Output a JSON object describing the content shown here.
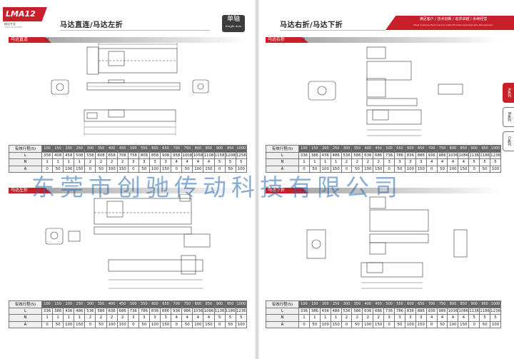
{
  "brand": {
    "logo": "LMA12",
    "logo_sub": "模组专家",
    "logo_sub2": "MODULE EXPERT"
  },
  "left_page": {
    "title": "马达直连/马达左折",
    "badge_cn": "单轴",
    "badge_en": "Single Axis",
    "sections": [
      {
        "label": "马达直连",
        "code": "M"
      },
      {
        "label": "马达左折",
        "code": "L"
      }
    ]
  },
  "right_page": {
    "title": "马达右折/马达下折",
    "banner_line1": "满足客户 / 技术创新 / 追求卓越 / 永续经营",
    "banner_line2": "Meet Customer/Technical Innovation/Excellence/Sustainable Management",
    "sections": [
      {
        "label": "马达右折",
        "code": "R"
      },
      {
        "label": "马达下折",
        "code": "D"
      }
    ]
  },
  "side_tabs": [
    "A系列",
    "B系列",
    "C系列"
  ],
  "watermark": "东莞市创驰传动科技有限公司",
  "tables": [
    {
      "header_label": "有效行程(S)",
      "strokes": [
        "100",
        "150",
        "200",
        "250",
        "300",
        "350",
        "400",
        "450",
        "500",
        "550",
        "600",
        "650",
        "700",
        "750",
        "800",
        "850",
        "900",
        "950",
        "1000"
      ],
      "rows": [
        {
          "label": "L",
          "values": [
            "358",
            "408",
            "458",
            "508",
            "558",
            "608",
            "658",
            "708",
            "758",
            "808",
            "858",
            "908",
            "958",
            "1008",
            "1058",
            "1108",
            "1158",
            "1208",
            "1258"
          ]
        },
        {
          "label": "N",
          "values": [
            "1",
            "1",
            "1",
            "1",
            "2",
            "2",
            "2",
            "2",
            "3",
            "3",
            "3",
            "3",
            "4",
            "4",
            "4",
            "4",
            "5",
            "5",
            "5"
          ]
        },
        {
          "label": "A",
          "values": [
            "0",
            "50",
            "100",
            "150",
            "0",
            "50",
            "100",
            "150",
            "0",
            "50",
            "100",
            "150",
            "0",
            "50",
            "100",
            "150",
            "0",
            "50",
            "100"
          ]
        }
      ]
    },
    {
      "header_label": "有效行程(S)",
      "strokes": [
        "100",
        "150",
        "200",
        "250",
        "300",
        "350",
        "400",
        "450",
        "500",
        "550",
        "600",
        "650",
        "700",
        "750",
        "800",
        "850",
        "900",
        "950",
        "1000"
      ],
      "rows": [
        {
          "label": "L",
          "values": [
            "336",
            "386",
            "436",
            "486",
            "536",
            "586",
            "636",
            "686",
            "736",
            "786",
            "836",
            "886",
            "936",
            "986",
            "1036",
            "1086",
            "1136",
            "1186",
            "1236"
          ]
        },
        {
          "label": "N",
          "values": [
            "1",
            "1",
            "1",
            "1",
            "2",
            "2",
            "2",
            "2",
            "3",
            "3",
            "3",
            "3",
            "4",
            "4",
            "4",
            "4",
            "5",
            "5",
            "5"
          ]
        },
        {
          "label": "A",
          "values": [
            "0",
            "50",
            "100",
            "150",
            "0",
            "50",
            "100",
            "150",
            "0",
            "50",
            "100",
            "150",
            "0",
            "50",
            "100",
            "150",
            "0",
            "50",
            "100"
          ]
        }
      ]
    },
    {
      "header_label": "有效行程(S)",
      "strokes": [
        "100",
        "150",
        "200",
        "250",
        "300",
        "350",
        "400",
        "450",
        "500",
        "550",
        "600",
        "650",
        "700",
        "750",
        "800",
        "850",
        "900",
        "950",
        "1000"
      ],
      "rows": [
        {
          "label": "L",
          "values": [
            "336",
            "386",
            "436",
            "486",
            "536",
            "586",
            "636",
            "686",
            "736",
            "786",
            "836",
            "886",
            "936",
            "986",
            "1036",
            "1086",
            "1136",
            "1186",
            "1236"
          ]
        },
        {
          "label": "N",
          "values": [
            "1",
            "1",
            "1",
            "1",
            "2",
            "2",
            "2",
            "2",
            "3",
            "3",
            "3",
            "3",
            "4",
            "4",
            "4",
            "4",
            "5",
            "5",
            "5"
          ]
        },
        {
          "label": "A",
          "values": [
            "0",
            "50",
            "100",
            "150",
            "0",
            "50",
            "100",
            "150",
            "0",
            "50",
            "100",
            "150",
            "0",
            "50",
            "100",
            "150",
            "0",
            "50",
            "100"
          ]
        }
      ]
    },
    {
      "header_label": "有效行程(S)",
      "strokes": [
        "100",
        "150",
        "200",
        "250",
        "300",
        "350",
        "400",
        "450",
        "500",
        "550",
        "600",
        "650",
        "700",
        "750",
        "800",
        "850",
        "900",
        "950",
        "1000"
      ],
      "rows": [
        {
          "label": "L",
          "values": [
            "336",
            "386",
            "436",
            "486",
            "536",
            "586",
            "636",
            "686",
            "736",
            "786",
            "836",
            "886",
            "936",
            "986",
            "1036",
            "1086",
            "1136",
            "1186",
            "1236"
          ]
        },
        {
          "label": "N",
          "values": [
            "1",
            "1",
            "1",
            "1",
            "2",
            "2",
            "2",
            "2",
            "3",
            "3",
            "3",
            "3",
            "4",
            "4",
            "4",
            "4",
            "5",
            "5",
            "5"
          ]
        },
        {
          "label": "A",
          "values": [
            "0",
            "50",
            "100",
            "150",
            "0",
            "50",
            "100",
            "150",
            "0",
            "50",
            "100",
            "150",
            "0",
            "50",
            "100",
            "150",
            "0",
            "50",
            "100"
          ]
        }
      ]
    }
  ],
  "colors": {
    "brand_red": "#c8202a",
    "table_header": "#666666",
    "watermark": "#2869af",
    "highlight_green": "#1e6b2d"
  }
}
